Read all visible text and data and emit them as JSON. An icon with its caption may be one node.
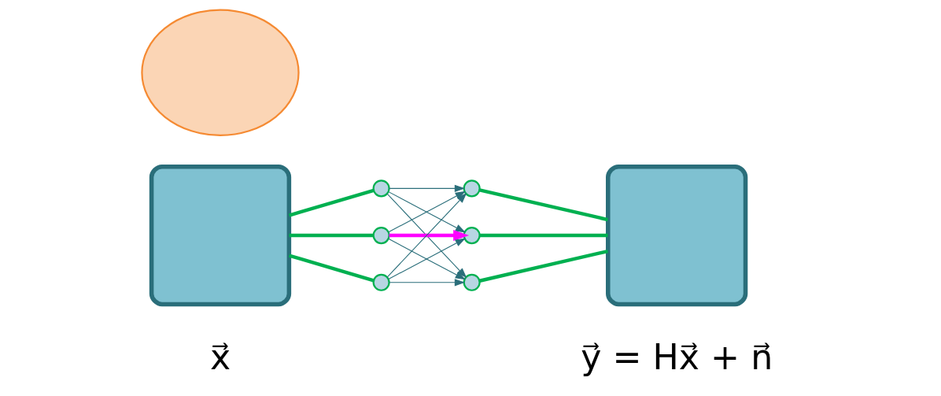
{
  "diagram": {
    "nodes": [
      {
        "text": [],
        "shape": "box",
        "beside": [
          "x⃗"
        ]
      },
      {
        "text": [],
        "shape": "cloud"
      },
      {
        "text": [],
        "shape": "circle"
      },
      {
        "text": [],
        "shape": "circle"
      },
      {
        "text": [],
        "shape": "circle"
      },
      {
        "text": [],
        "shape": "circle"
      },
      {
        "text": [],
        "shape": "circle"
      },
      {
        "text": [],
        "shape": "circle"
      },
      {
        "text": [],
        "shape": "box",
        "beside": [
          "y⃗ = Hx⃗ + n⃗"
        ]
      }
    ],
    "edges": [
      {
        "from": 0,
        "to": 2,
        "arrow": "none",
        "style": "thick",
        "color": "#00b050"
      },
      {
        "from": 0,
        "to": 3,
        "arrow": "none",
        "style": "thick",
        "color": "#00b050"
      },
      {
        "from": 0,
        "to": 4,
        "arrow": "none",
        "style": "thick",
        "color": "#00b050"
      },
      {
        "from": 2,
        "to": 5,
        "arrow": "to"
      },
      {
        "from": 2,
        "to": 6,
        "arrow": "to"
      },
      {
        "from": 2,
        "to": 7,
        "arrow": "to"
      },
      {
        "from": 3,
        "to": 5,
        "arrow": "to"
      },
      {
        "from": 3,
        "to": 6,
        "arrow": "to",
        "style": "thick",
        "color": "#ff00ff"
      },
      {
        "from": 3,
        "to": 7,
        "arrow": "to"
      },
      {
        "from": 4,
        "to": 5,
        "arrow": "to"
      },
      {
        "from": 4,
        "to": 6,
        "arrow": "to"
      },
      {
        "from": 4,
        "to": 7,
        "arrow": "to"
      },
      {
        "from": 5,
        "to": 8,
        "arrow": "none",
        "style": "thick",
        "color": "#00b050"
      },
      {
        "from": 6,
        "to": 8,
        "arrow": "none",
        "style": "thick",
        "color": "#00b050"
      },
      {
        "from": 7,
        "to": 8,
        "arrow": "none",
        "style": "thick",
        "color": "#00b050"
      }
    ]
  }
}
